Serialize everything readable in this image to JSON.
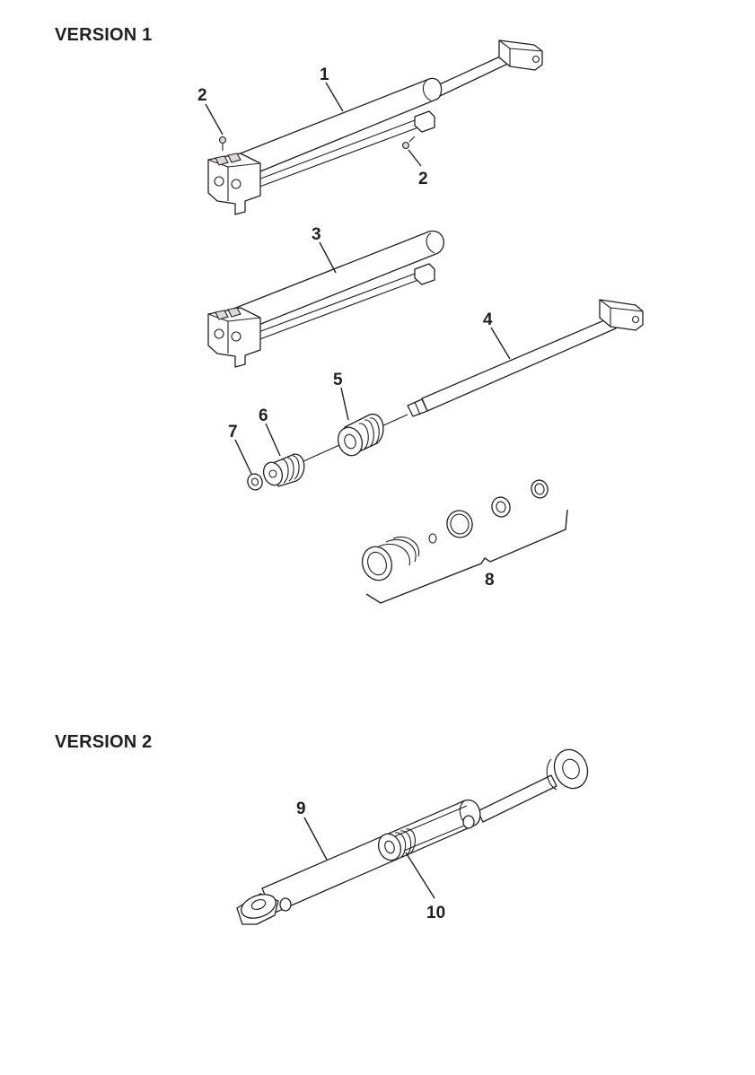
{
  "sections": {
    "version1": {
      "title": "VERSION 1"
    },
    "version2": {
      "title": "VERSION 2"
    }
  },
  "callouts": {
    "c1": "1",
    "c2a": "2",
    "c2b": "2",
    "c3": "3",
    "c4": "4",
    "c5": "5",
    "c6": "6",
    "c7": "7",
    "c8": "8",
    "c9": "9",
    "c10": "10"
  }
}
